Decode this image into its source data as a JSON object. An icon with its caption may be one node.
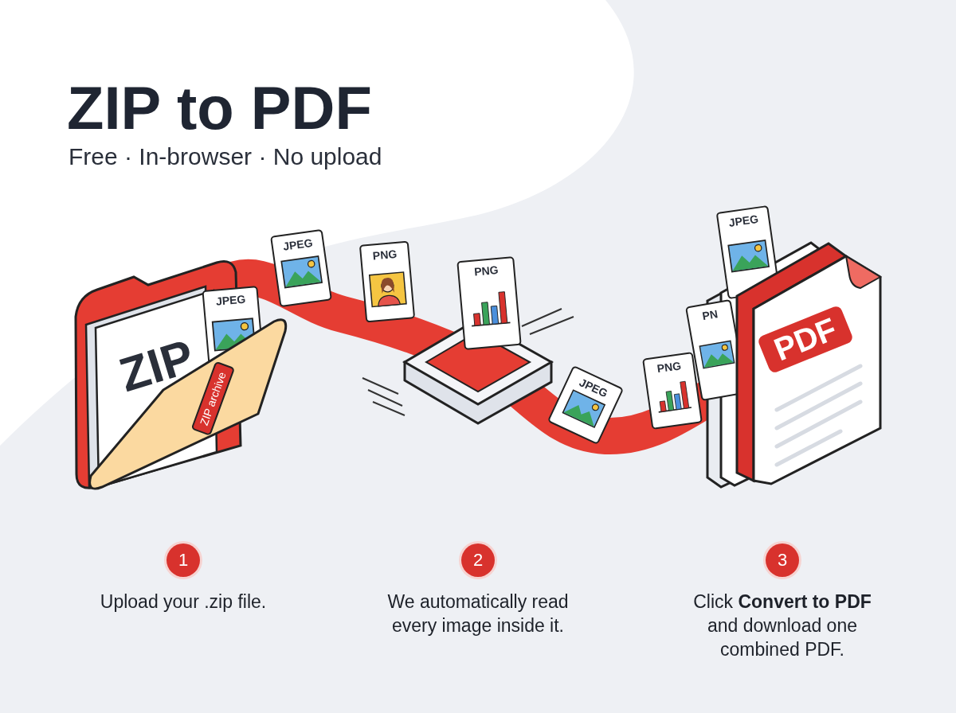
{
  "diagram": {
    "title": "ZIP to PDF",
    "caption": "Free · In-browser · No upload",
    "nodes": [
      {
        "text": [
          "1"
        ],
        "beside": [
          "Upload your .zip file."
        ]
      },
      {
        "text": [
          "2"
        ],
        "beside": [
          "We automatically read every image inside it."
        ]
      },
      {
        "text": [
          "3"
        ],
        "beside": [
          "Click **Convert to PDF** and download one combined PDF."
        ]
      }
    ],
    "edges": [],
    "labels": [
      "JPEG",
      "PNG",
      "JPEG",
      "PNG",
      "ZIP",
      "ZIP archive",
      "JPEG",
      "PDF",
      "PN",
      "PNG",
      "JPEG"
    ]
  }
}
